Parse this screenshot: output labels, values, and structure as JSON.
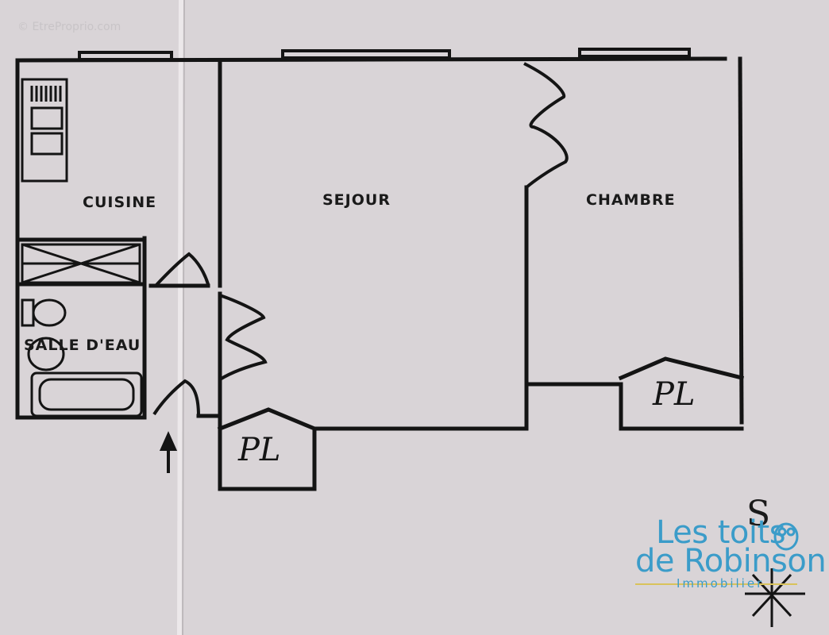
{
  "watermark": "© EtreProprio.com",
  "rooms": {
    "cuisine": "CUISINE",
    "sejour": "SEJOUR",
    "chambre": "CHAMBRE",
    "salle_eau": "SALLE D'EAU"
  },
  "placards": {
    "pl1": "PL",
    "pl2": "PL"
  },
  "compass": {
    "label": "S"
  },
  "logo": {
    "line1": "Les toits",
    "line2": "de Robinson",
    "line3": "Immobilier",
    "color": "#3b9cc9"
  },
  "colors": {
    "paper": "#d9d4d7",
    "ink": "#141414"
  }
}
